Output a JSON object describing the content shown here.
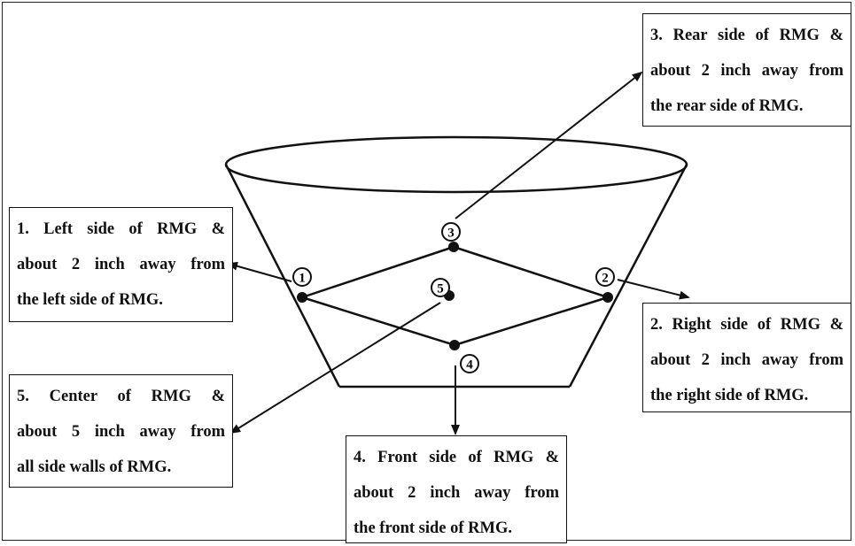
{
  "diagram": {
    "points": [
      {
        "id": "1",
        "label": "1"
      },
      {
        "id": "2",
        "label": "2"
      },
      {
        "id": "3",
        "label": "3"
      },
      {
        "id": "4",
        "label": "4"
      },
      {
        "id": "5",
        "label": "5"
      }
    ]
  },
  "callouts": {
    "left": {
      "number": "1.",
      "lines": [
        "Left side of RMG &",
        "about 2 inch away from",
        "the left side of RMG."
      ]
    },
    "right": {
      "number": "2.",
      "lines": [
        "Right side of RMG &",
        "about 2 inch away from",
        "the right side of RMG."
      ]
    },
    "rear": {
      "number": "3.",
      "lines": [
        "Rear side of RMG &",
        "about 2 inch away from",
        "the rear side of RMG."
      ]
    },
    "front": {
      "number": "4.",
      "lines": [
        "Front side of RMG &",
        "about 2 inch away from",
        "the front side of RMG."
      ]
    },
    "center": {
      "number": "5.",
      "lines": [
        "Center of RMG &",
        "about 5 inch away from",
        "all side walls of RMG."
      ]
    }
  }
}
